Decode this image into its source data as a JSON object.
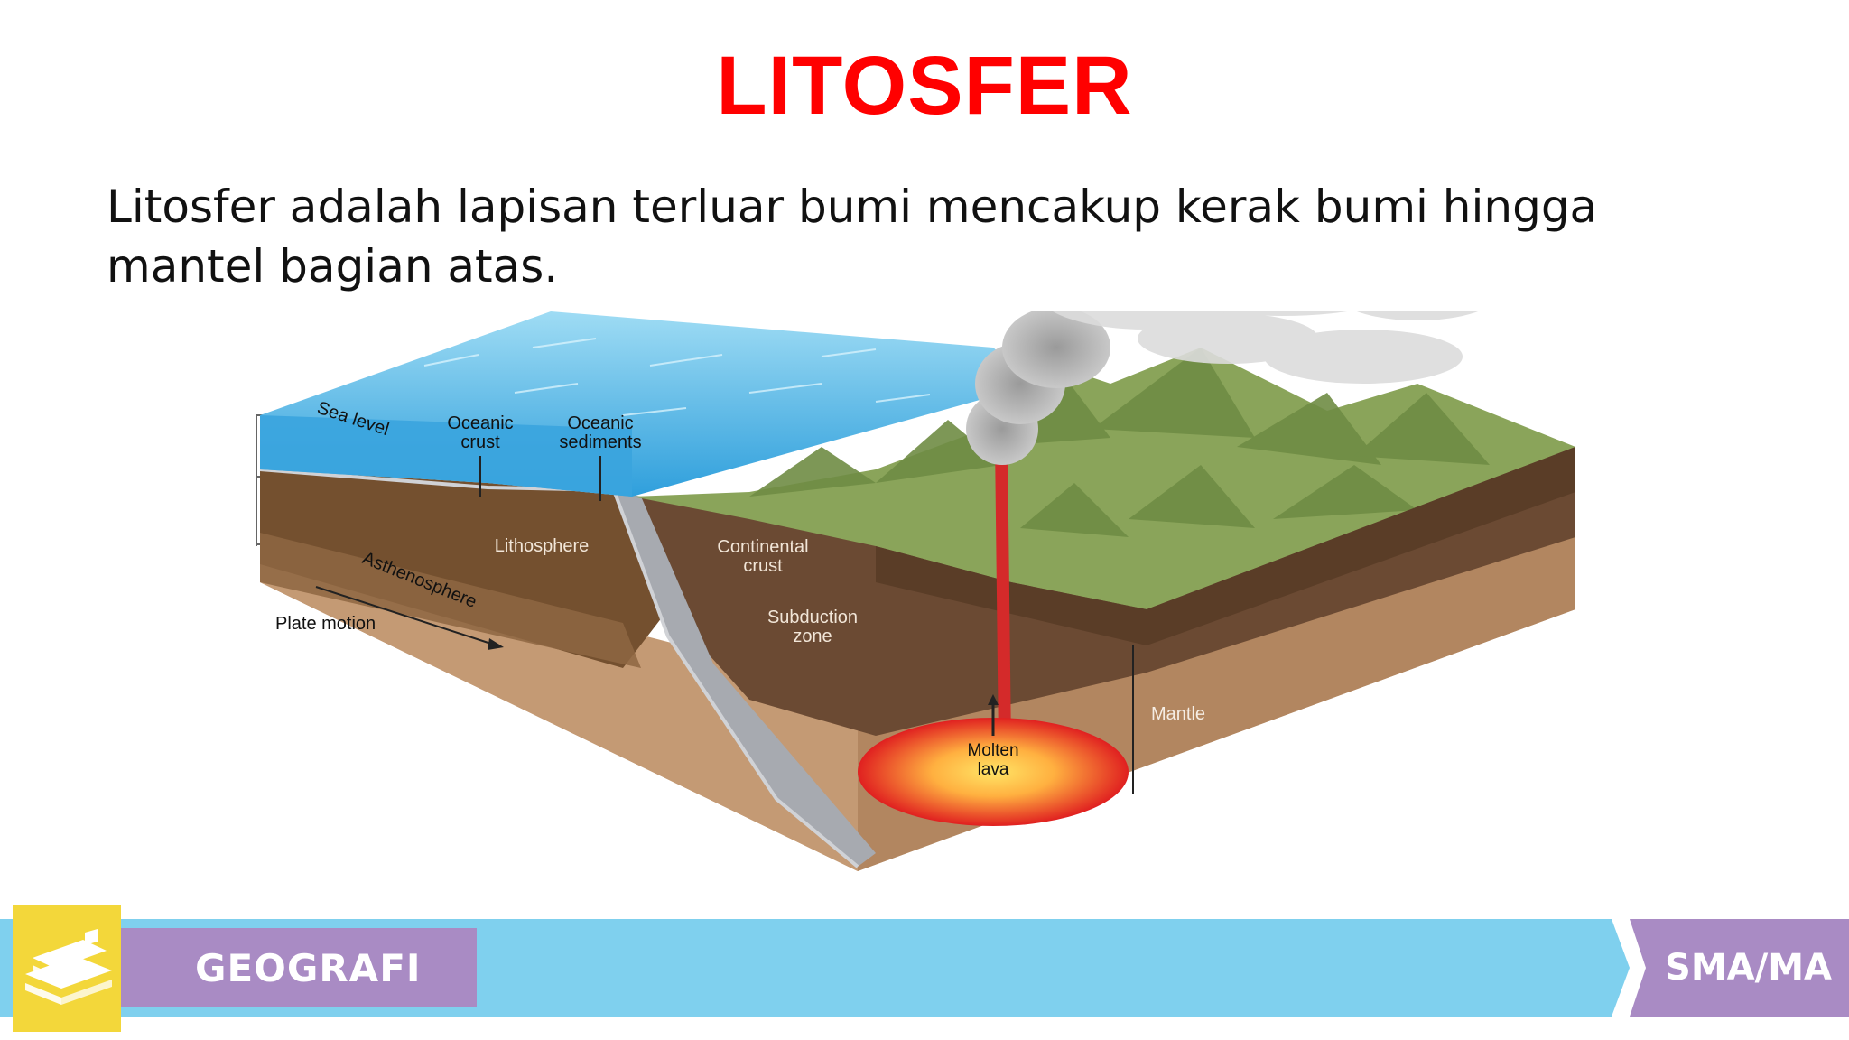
{
  "slide": {
    "title": "LITOSFER",
    "description": "Litosfer adalah lapisan terluar bumi mencakup kerak bumi hingga mantel bagian atas."
  },
  "diagram": {
    "labels": {
      "sea_level": "Sea level",
      "oceanic_crust_1": "Oceanic",
      "oceanic_crust_2": "crust",
      "oceanic_sediments_1": "Oceanic",
      "oceanic_sediments_2": "sediments",
      "lithosphere": "Lithosphere",
      "asthenosphere": "Asthenosphere",
      "plate_motion": "Plate motion",
      "continental_crust_1": "Continental",
      "continental_crust_2": "crust",
      "subduction_zone_1": "Subduction",
      "subduction_zone_2": "zone",
      "mantle": "Mantle",
      "molten_lava_1": "Molten",
      "molten_lava_2": "lava"
    },
    "colors": {
      "ocean": "#4aaee0",
      "crust_dark": "#6b4a33",
      "mantle_light": "#c49a74",
      "mountain": "#8aa45a",
      "magma": "#e02020"
    }
  },
  "footer": {
    "subject": "GEOGRAFI",
    "level": "SMA/MA",
    "colors": {
      "band": "#7fd0ee",
      "subject_bg": "#a98bc4",
      "logo_bg": "#f3d73a"
    }
  }
}
